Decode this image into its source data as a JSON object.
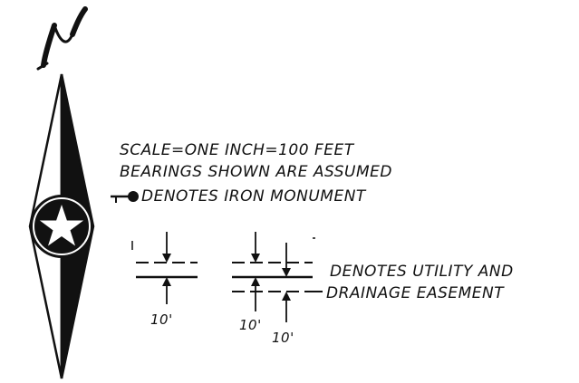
{
  "north_letter": "N",
  "legend": {
    "scale": "SCALE=ONE INCH=100 FEET",
    "bearings": "BEARINGS SHOWN ARE ASSUMED",
    "monument": "DENOTES IRON MONUMENT",
    "easement_line1": "DENOTES UTILITY AND",
    "easement_line2": "DRAINAGE EASEMENT"
  },
  "dimensions": {
    "left": "10'",
    "middle": "10'",
    "right": "10'"
  },
  "colors": {
    "ink": "#111111",
    "paper": "#ffffff"
  }
}
